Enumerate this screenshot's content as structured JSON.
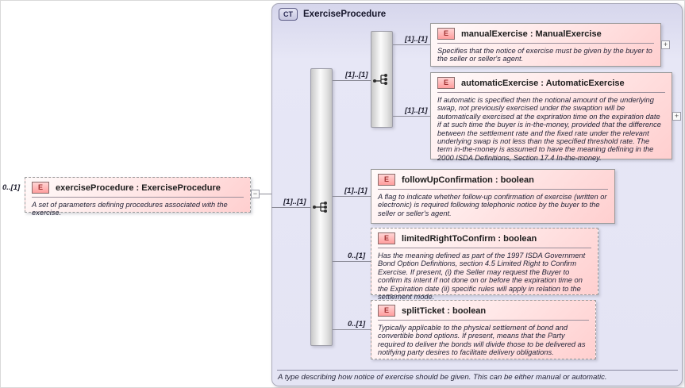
{
  "root": {
    "cardinality": "0..[1]",
    "badge": "E",
    "title": "exerciseProcedure : ExerciseProcedure",
    "annotation": "A set of parameters defining procedures associated with the exercise.",
    "collapse_glyph": "−"
  },
  "container": {
    "badge": "CT",
    "title": "ExerciseProcedure",
    "footer": "A type describing how notice of exercise should be given. This can be either manual or automatic."
  },
  "connectors": {
    "root_to_sequence": "[1]..[1]",
    "sequence_to_choice": "[1]..[1]"
  },
  "elements": {
    "manual": {
      "badge": "E",
      "title": "manualExercise : ManualExercise",
      "cardinality": "[1]..[1]",
      "annotation": "Specifies that the notice of exercise must be given by the buyer to the seller or seller's agent.",
      "expand_glyph": "+"
    },
    "automatic": {
      "badge": "E",
      "title": "automaticExercise : AutomaticExercise",
      "cardinality": "[1]..[1]",
      "annotation": "If automatic is specified then the notional amount of the underlying swap, not previously exercised under the swaption will be automatically exercised at the expriration time on the expiration date if at such time the buyer is in-the-money, provided that the difference between the settlement rate and the fixed rate under the relevant underlying swap is not less than the specified threshold rate. The term in-the-money is assumed to have the meaning defining in the 2000 ISDA Definitions, Section 17.4 In-the-money.",
      "expand_glyph": "+"
    },
    "followup": {
      "badge": "E",
      "title": "followUpConfirmation : boolean",
      "cardinality": "[1]..[1]",
      "annotation": "A flag to indicate whether follow-up confirmation of exercise (written or electronic) is required following telephonic notice by the buyer to the seller or seller's agent."
    },
    "limited": {
      "badge": "E",
      "title": "limitedRightToConfirm : boolean",
      "cardinality": "0..[1]",
      "annotation": "Has the meaning defined as part of the 1997 ISDA Government Bond Option Definitions, section 4.5 Limited Right to Confirm Exercise. If present, (i) the Seller may request the Buyer to confirm its intent if not done on or before the expiration time on the Expiration date (ii) specific rules will apply in relation to the settlement mode."
    },
    "split": {
      "badge": "E",
      "title": "splitTicket : boolean",
      "cardinality": "0..[1]",
      "annotation": "Typically applicable to the physical settlement of bond and convertible bond options. If present, means that the Party required to deliver the bonds will divide those to be delivered as notifying party desires to facilitate delivery obligations.",
      "expand_glyph": ""
    }
  },
  "colors": {
    "element_fill": "#ffdddd",
    "container_fill": "#e4e4f4",
    "line": "#8a8a96"
  }
}
